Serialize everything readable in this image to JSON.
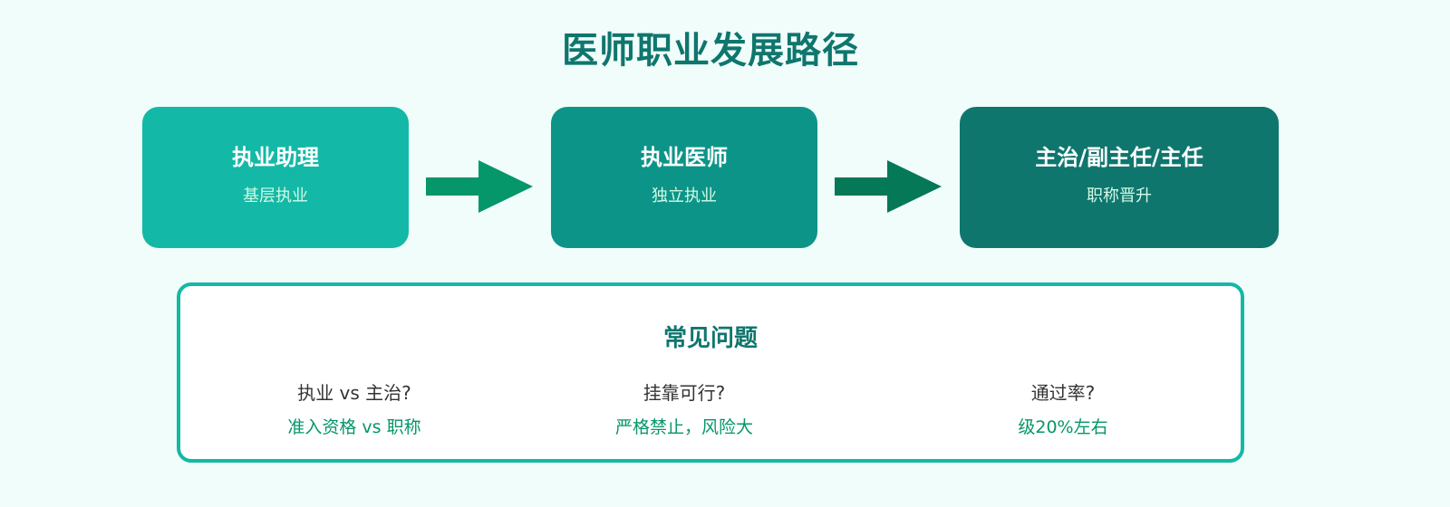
{
  "title": "医师职业发展路径",
  "colors": {
    "background": "#f0fdfa",
    "title": "#0f766e",
    "stage_1": "#14b8a6",
    "stage_2": "#0d9488",
    "stage_3": "#0f766e",
    "arrow_1": "#059669",
    "arrow_2": "#047857",
    "faq_border": "#14b8a6",
    "faq_answer": "#059669"
  },
  "stages": [
    {
      "title": "执业助理",
      "subtitle": "基层执业"
    },
    {
      "title": "执业医师",
      "subtitle": "独立执业"
    },
    {
      "title": "主治/副主任/主任",
      "subtitle": "职称晋升"
    }
  ],
  "arrows": [
    {
      "icon": "right-arrow-icon"
    },
    {
      "icon": "right-arrow-icon"
    }
  ],
  "faq": {
    "title": "常见问题",
    "items": [
      {
        "question": "执业 vs 主治?",
        "answer": "准入资格 vs 职称"
      },
      {
        "question": "挂靠可行?",
        "answer": "严格禁止，风险大"
      },
      {
        "question": "通过率?",
        "answer": "级20%左右"
      }
    ]
  }
}
